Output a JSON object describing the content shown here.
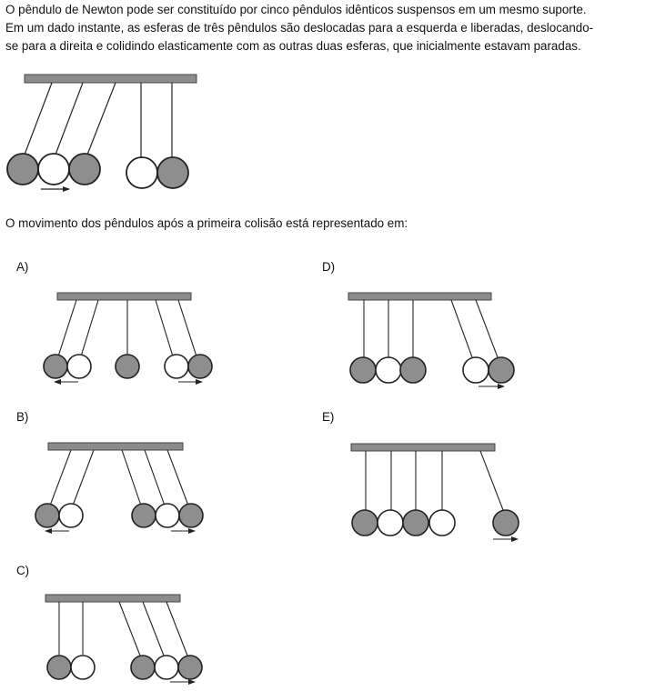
{
  "intro": {
    "line1": "O pêndulo de Newton pode ser constituído por cinco pêndulos idênticos suspensos em um mesmo suporte.",
    "line2": "Em um dado instante, as esferas de três pêndulos são deslocadas para a esquerda e liberadas, deslocando-",
    "line3": "se para a direita e colidindo elasticamente com as outras duas esferas, que inicialmente estavam paradas."
  },
  "question": "O movimento dos pêndulos após a primeira colisão está representado em:",
  "options": {
    "A": "A)",
    "B": "B)",
    "C": "C)",
    "D": "D)",
    "E": "E)"
  },
  "colors": {
    "bar": "#8c8c8c",
    "gray_ball": "#8e8e8e",
    "white_ball": "#ffffff",
    "line": "#222222"
  },
  "figures": {
    "main": {
      "balls": [
        "gray",
        "white",
        "gray",
        "white",
        "gray"
      ],
      "arrows": [
        "right"
      ]
    },
    "A": {
      "balls": [
        "gray",
        "white",
        "gray",
        "white",
        "gray"
      ],
      "arrows": [
        "left",
        "right"
      ]
    },
    "B": {
      "balls": [
        "gray",
        "white",
        "gray",
        "white",
        "gray"
      ],
      "arrows": [
        "left",
        "right"
      ]
    },
    "C": {
      "balls": [
        "gray",
        "white",
        "gray",
        "white",
        "gray"
      ],
      "arrows": [
        "right"
      ]
    },
    "D": {
      "balls": [
        "gray",
        "white",
        "gray",
        "white",
        "gray"
      ],
      "arrows": [
        "right"
      ]
    },
    "E": {
      "balls": [
        "gray",
        "white",
        "gray",
        "white",
        "gray"
      ],
      "arrows": [
        "right"
      ]
    }
  }
}
